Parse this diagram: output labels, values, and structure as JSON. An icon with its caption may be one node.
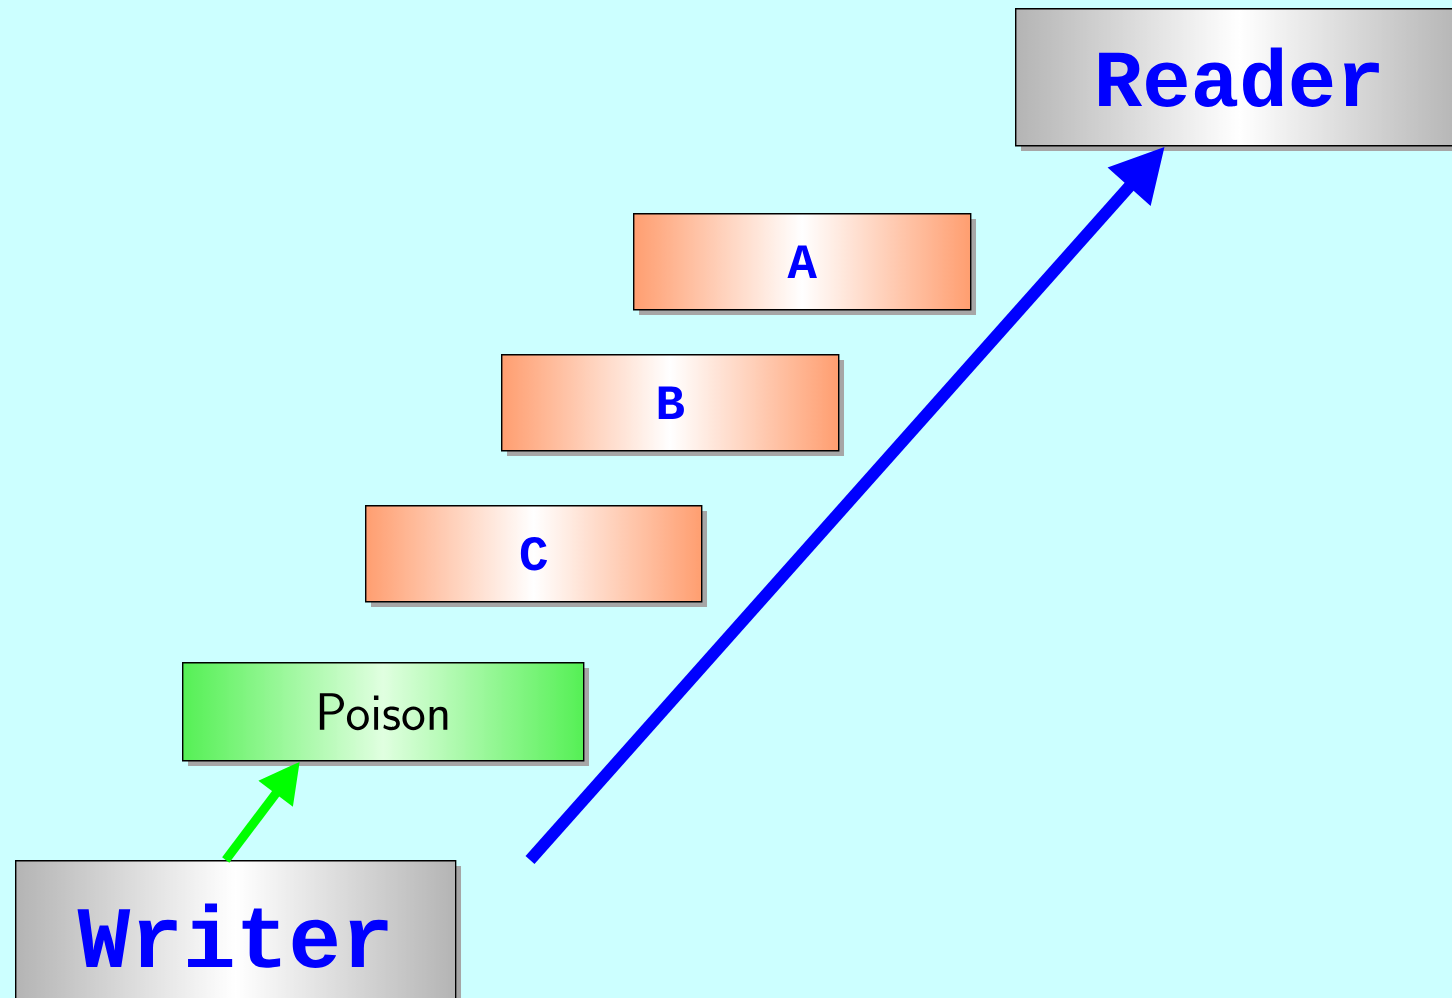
{
  "diagram": {
    "nodes": [
      {
        "text": [
          "Reader"
        ]
      },
      {
        "text": [
          "A"
        ]
      },
      {
        "text": [
          "B"
        ]
      },
      {
        "text": [
          "C"
        ]
      },
      {
        "text": [
          "Poison"
        ]
      },
      {
        "text": [
          "Writer"
        ]
      }
    ],
    "edges": [
      {
        "from": 5,
        "to": 4,
        "arrow": "to",
        "color": "#00ff00"
      },
      {
        "from": null,
        "to": 0,
        "arrow": "to",
        "color": "#0000ff"
      }
    ]
  }
}
